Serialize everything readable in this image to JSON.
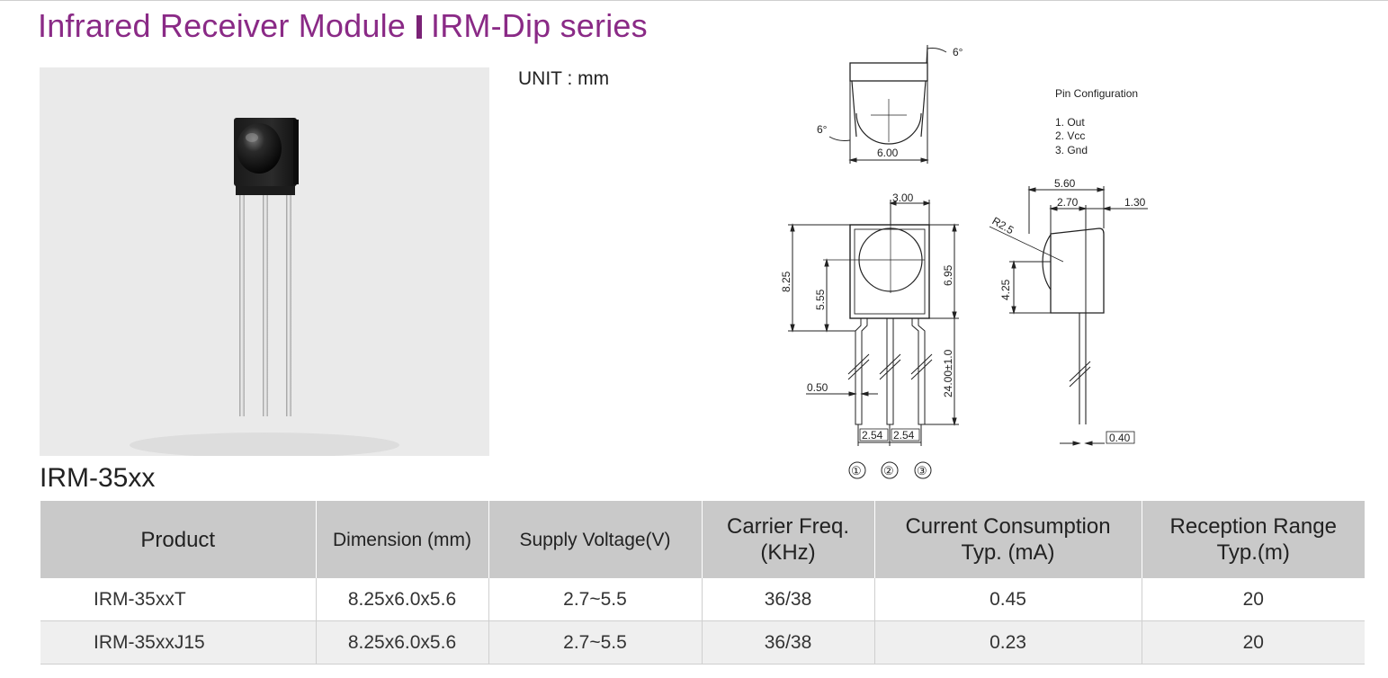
{
  "header": {
    "title_left": "Infrared Receiver Module",
    "title_right": "IRM-Dip series"
  },
  "unit_label": "UNIT : mm",
  "drawing": {
    "angle_top": "6°",
    "angle_left": "6°",
    "dim_width": "6.00",
    "pin_config_title": "Pin Configuration",
    "pins": [
      "1. Out",
      "2. Vcc",
      "3. Gnd"
    ],
    "dim_3_00": "3.00",
    "dim_8_25": "8.25",
    "dim_5_55": "5.55",
    "dim_6_95": "6.95",
    "dim_24": "24.00±1.0",
    "dim_0_50": "0.50",
    "dim_pitch_1": "2.54",
    "dim_pitch_2": "2.54",
    "pin_numbers": [
      "①",
      "②",
      "③"
    ],
    "dim_5_60": "5.60",
    "dim_2_70": "2.70",
    "dim_1_30": "1.30",
    "dim_r2_5": "R2.5",
    "dim_4_25": "4.25",
    "dim_0_40": "0.40"
  },
  "model_title": "IRM-35xx",
  "table": {
    "headers": [
      [
        "Product"
      ],
      [
        "Dimension (mm)"
      ],
      [
        "Supply Voltage(V)"
      ],
      [
        "Carrier Freq.",
        "(KHz)"
      ],
      [
        "Current Consumption",
        "Typ. (mA)"
      ],
      [
        "Reception Range",
        "Typ.(m)"
      ]
    ],
    "rows": [
      [
        "IRM-35xxT",
        "8.25x6.0x5.6",
        "2.7~5.5",
        "36/38",
        "0.45",
        "20"
      ],
      [
        "IRM-35xxJ15",
        "8.25x6.0x5.6",
        "2.7~5.5",
        "36/38",
        "0.23",
        "20"
      ]
    ]
  },
  "colors": {
    "title": "#8a2a86",
    "header_bg": "#c9c9c9",
    "row_alt": "#efefef"
  }
}
